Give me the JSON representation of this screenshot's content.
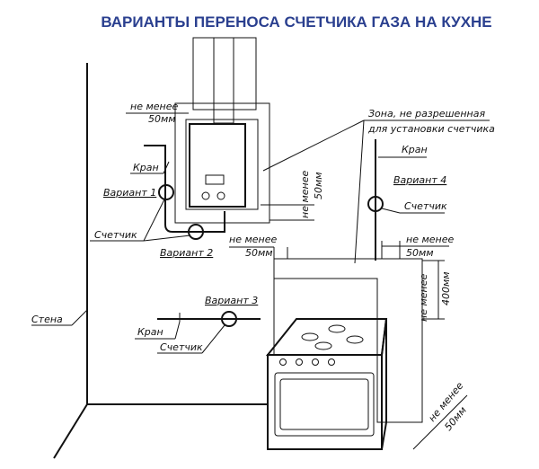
{
  "title": "ВАРИАНТЫ ПЕРЕНОСА СЧЕТЧИКА ГАЗА НА КУХНЕ",
  "colors": {
    "title": "#2a3f8f",
    "lines": "#111111"
  },
  "labels": {
    "min1_a": "не менее",
    "min1_b": "50мм",
    "tap1": "Кран",
    "variant1": "Вариант 1",
    "meter1": "Счетчик",
    "variant2": "Вариант 2",
    "min2_a": "не менее",
    "min2_b": "50мм",
    "min3_a": "не менее",
    "min3_b": "50мм",
    "zone_a": "Зона, не разрешенная",
    "zone_b": "для установки счетчика",
    "tap4": "Кран",
    "variant4": "Вариант 4",
    "meter4": "Счетчик",
    "min4_a": "не менее",
    "min4_b": "50мм",
    "min5_a": "не менее",
    "min5_b": "400мм",
    "variant3": "Вариант 3",
    "tap3": "Кран",
    "meter3": "Счетчик",
    "wall": "Стена",
    "min6_a": "не менее",
    "min6_b": "50мм"
  }
}
